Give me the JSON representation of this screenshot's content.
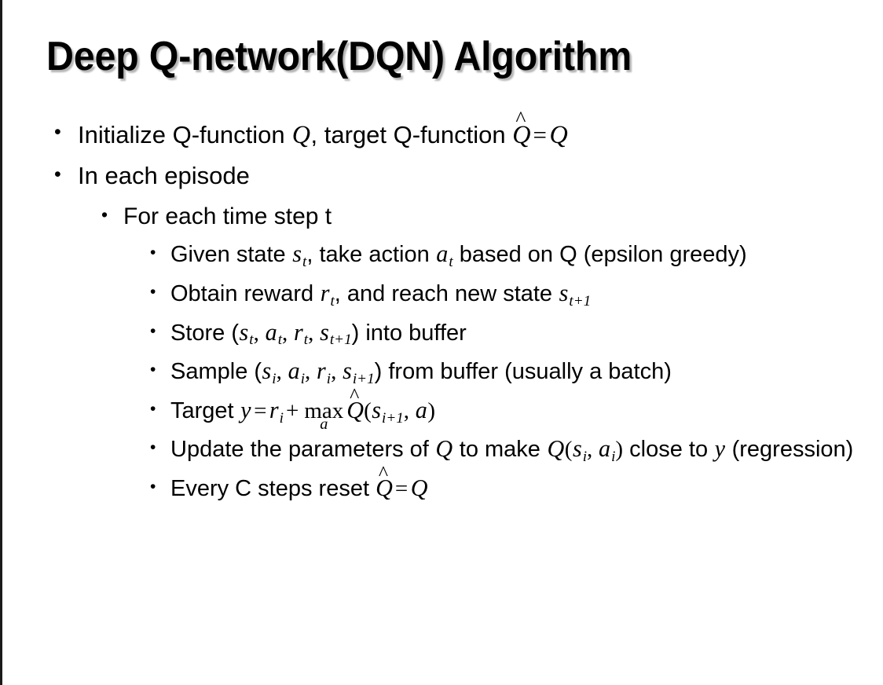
{
  "slide": {
    "title": "Deep Q-network(DQN) Algorithm",
    "background_color": "#ffffff",
    "text_color": "#000000",
    "border_color": "#1a1a1a",
    "bullet_glyph": "•"
  },
  "bullets": {
    "b1": {
      "level": 1,
      "pre": "Initialize Q-function ",
      "var_q1": "Q",
      "mid": ", target Q-function ",
      "hat_q": "Q",
      "hat_mark": "̂",
      "eq": "=",
      "var_q2": "Q"
    },
    "b2": {
      "level": 1,
      "text": "In each episode"
    },
    "b3": {
      "level": 2,
      "text": "For each time step t"
    },
    "b4": {
      "level": 3,
      "pre": "Given state ",
      "var_s": "s",
      "sub_s": "t",
      "mid": ", take action ",
      "var_a": "a",
      "sub_a": "t",
      "post": " based on Q (epsilon greedy)"
    },
    "b5": {
      "level": 3,
      "pre": "Obtain reward ",
      "var_r": "r",
      "sub_r": "t",
      "mid": ", and reach new state ",
      "var_s": "s",
      "sub_s": "t+1"
    },
    "b6": {
      "level": 3,
      "pre": "Store (",
      "var_s1": "s",
      "sub_s1": "t",
      "c1": ", ",
      "var_a": "a",
      "sub_a": "t",
      "c2": ", ",
      "var_r": "r",
      "sub_r": "t",
      "c3": ", ",
      "var_s2": "s",
      "sub_s2": "t+1",
      "post": ") into buffer"
    },
    "b7": {
      "level": 3,
      "pre": "Sample (",
      "var_s1": "s",
      "sub_s1": "i",
      "c1": ", ",
      "var_a": "a",
      "sub_a": "i",
      "c2": ", ",
      "var_r": "r",
      "sub_r": "i",
      "c3": ", ",
      "var_s2": "s",
      "sub_s2": "i+1",
      "post": ") from buffer (usually a batch)"
    },
    "b8": {
      "level": 3,
      "pre": "Target ",
      "var_y": "y",
      "eq": "=",
      "var_r": "r",
      "sub_r": "i",
      "plus": "+",
      "op_name": "max",
      "op_under": "a",
      "hat_q": "Q",
      "hat_mark": "̂",
      "paren_open": "(",
      "var_s": "s",
      "sub_s": "i+1",
      "comma": ", ",
      "var_a": "a",
      "paren_close": ")"
    },
    "b9": {
      "level": 3,
      "pre": "Update the parameters of ",
      "var_q1": "Q",
      "mid": " to make ",
      "var_q2": "Q",
      "paren_open": "(",
      "var_s": "s",
      "sub_s": "i",
      "comma": ", ",
      "var_a": "a",
      "sub_a": "i",
      "paren_close": ")",
      "post": " close to ",
      "var_y": "y",
      "tail": " (regression)"
    },
    "b10": {
      "level": 3,
      "pre": "Every C steps reset ",
      "hat_q": "Q",
      "hat_mark": "̂",
      "eq": "=",
      "var_q": "Q"
    }
  }
}
